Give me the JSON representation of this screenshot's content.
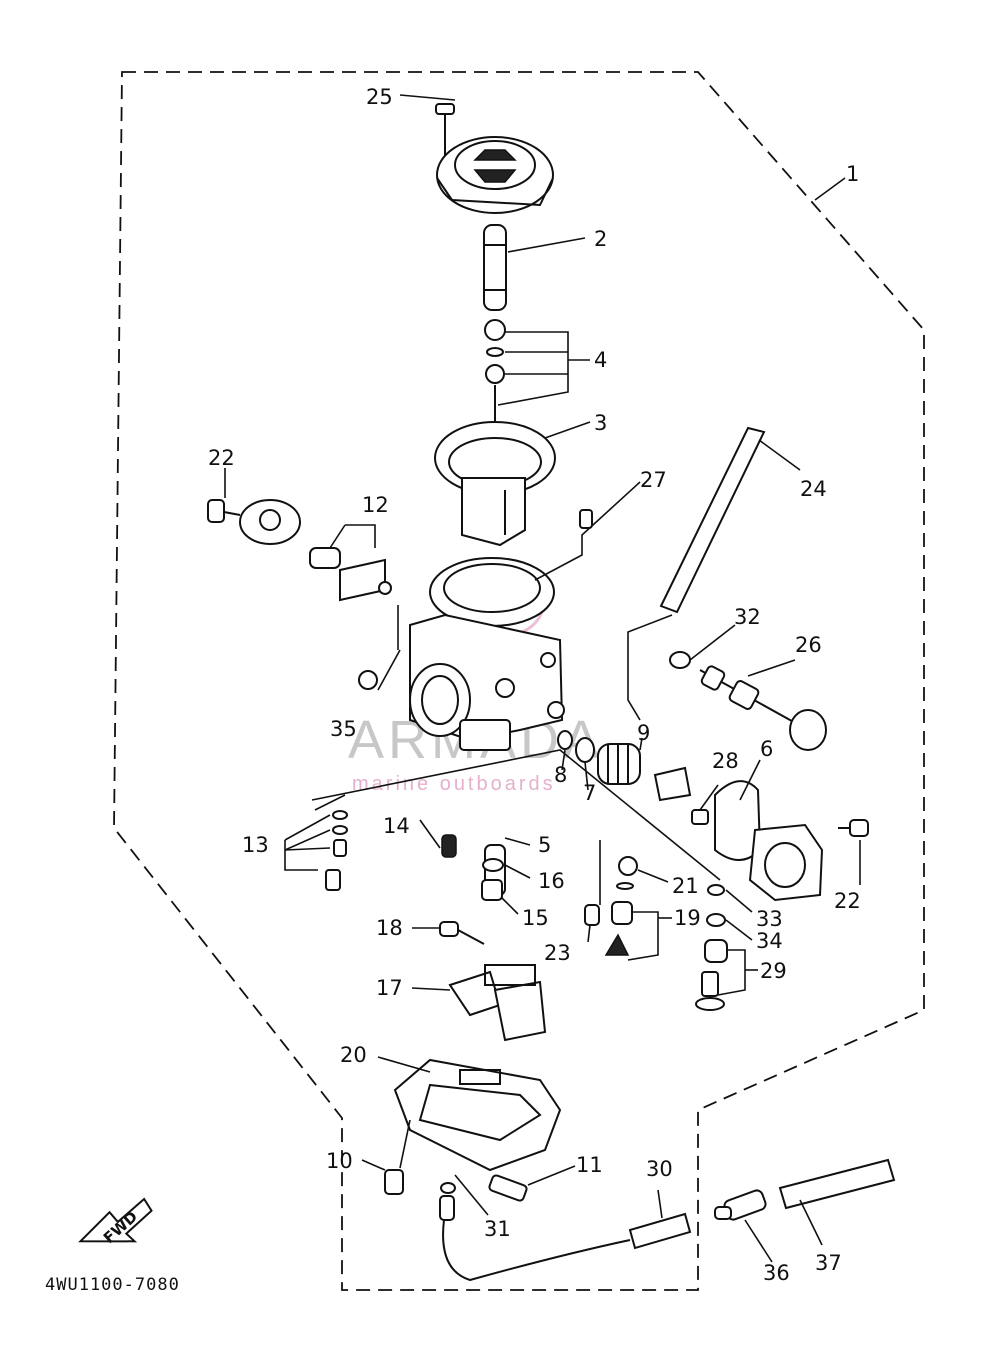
{
  "diagram": {
    "code": "4WU1100-7080",
    "fwd_label": "FWD",
    "watermark": {
      "brand": "ARMADA",
      "tagline": "marine outboards"
    },
    "callouts": [
      "1",
      "2",
      "3",
      "4",
      "5",
      "6",
      "7",
      "8",
      "9",
      "10",
      "11",
      "12",
      "13",
      "14",
      "15",
      "16",
      "17",
      "18",
      "19",
      "20",
      "21",
      "22",
      "23",
      "24",
      "25",
      "26",
      "27",
      "28",
      "29",
      "30",
      "31",
      "32",
      "33",
      "34",
      "35",
      "36",
      "37"
    ]
  }
}
